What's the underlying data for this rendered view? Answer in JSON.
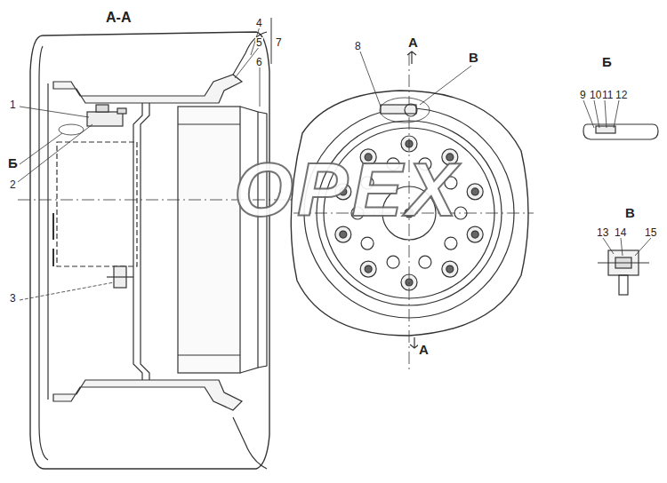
{
  "diagram": {
    "labels": [
      "А-А",
      "4",
      "5",
      "7",
      "6",
      "1",
      "Б",
      "2",
      "3",
      "8",
      "В",
      "А",
      "А",
      "Б",
      "9",
      "10",
      "11",
      "12",
      "В",
      "13",
      "14",
      "15",
      "OPEX"
    ]
  }
}
